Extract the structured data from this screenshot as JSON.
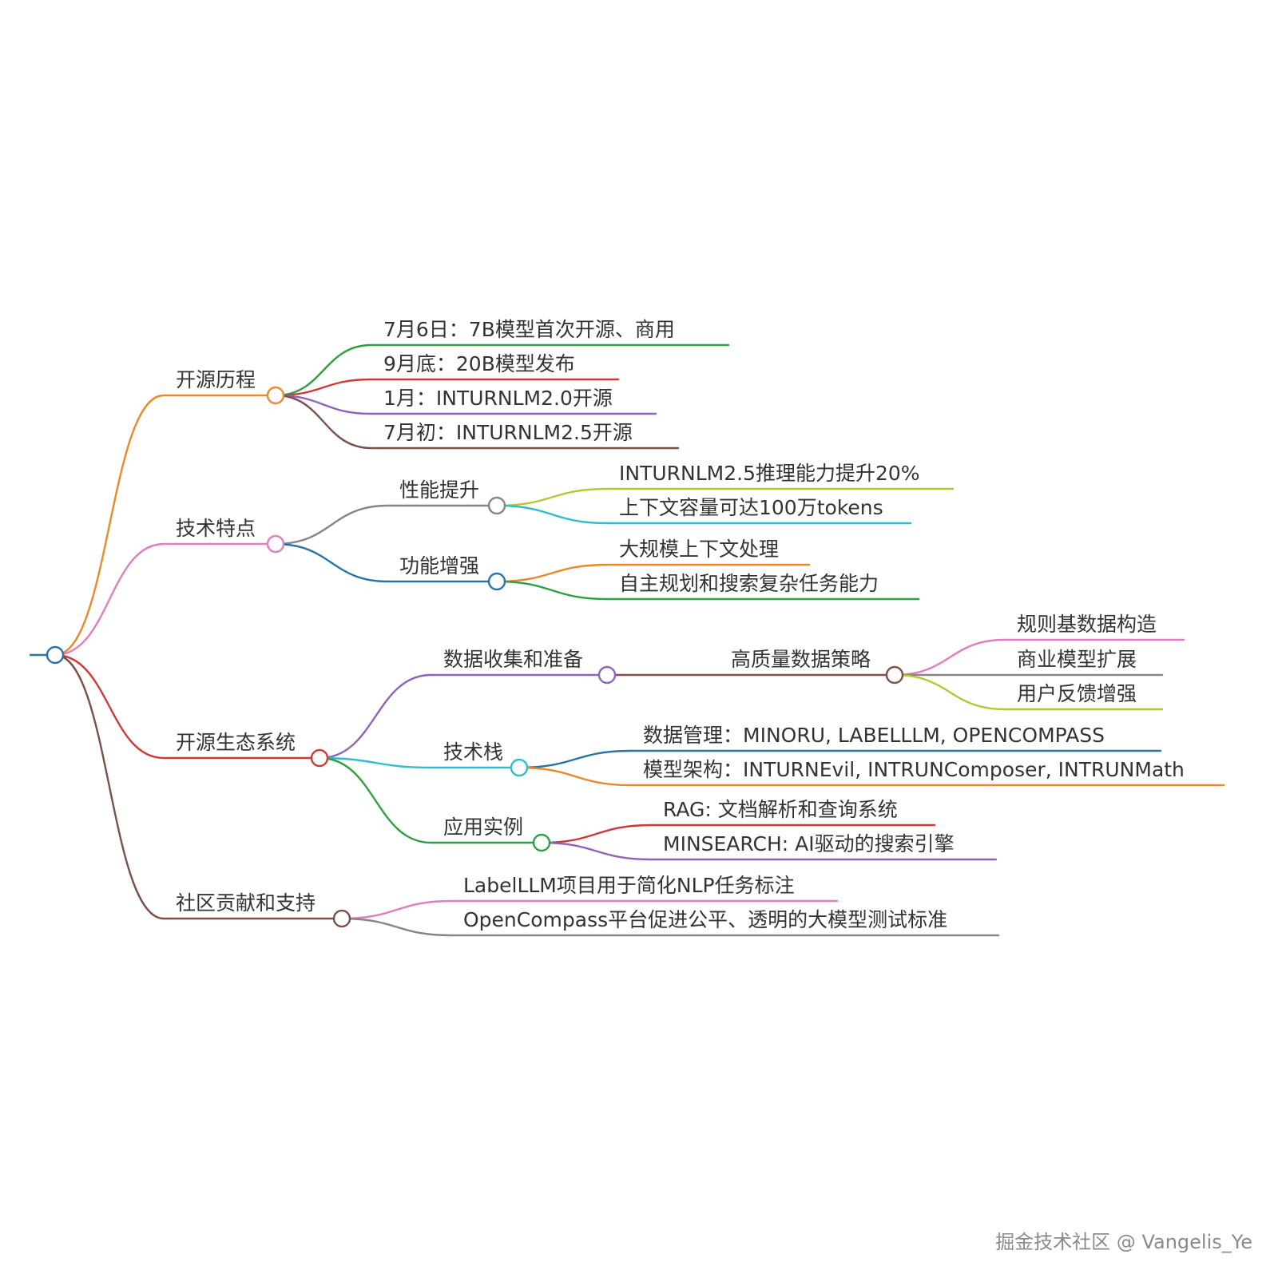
{
  "root": {
    "label": ""
  },
  "branches": [
    {
      "id": "b1",
      "label": "开源历程",
      "color": "#e8892b",
      "children": [
        {
          "id": "b1-1",
          "label": "7月6日：7B模型首次开源、商用",
          "color": "#2ea043"
        },
        {
          "id": "b1-2",
          "label": "9月底：20B模型发布",
          "color": "#d03838"
        },
        {
          "id": "b1-3",
          "label": "1月：INTURNLM2.0开源",
          "color": "#8e63b8"
        },
        {
          "id": "b1-4",
          "label": "7月初：INTURNLM2.5开源",
          "color": "#7a5048"
        }
      ]
    },
    {
      "id": "b2",
      "label": "技术特点",
      "color": "#e07cc0",
      "children": [
        {
          "id": "b2-1",
          "label": "性能提升",
          "color": "#858585",
          "children": [
            {
              "id": "b2-1-1",
              "label": "INTURNLM2.5推理能力提升20%",
              "color": "#b8c630"
            },
            {
              "id": "b2-1-2",
              "label": "上下文容量可达100万tokens",
              "color": "#2dbdcc"
            }
          ]
        },
        {
          "id": "b2-2",
          "label": "功能增强",
          "color": "#2a73a8",
          "children": [
            {
              "id": "b2-2-1",
              "label": "大规模上下文处理",
              "color": "#e8892b"
            },
            {
              "id": "b2-2-2",
              "label": "自主规划和搜索复杂任务能力",
              "color": "#2ea043"
            }
          ]
        }
      ]
    },
    {
      "id": "b3",
      "label": "开源生态系统",
      "color": "#d03838",
      "children": [
        {
          "id": "b3-1",
          "label": "数据收集和准备",
          "color": "#8e63b8",
          "children": [
            {
              "id": "b3-1-1",
              "label": "高质量数据策略",
              "color": "#7a5048",
              "children": [
                {
                  "id": "b3-1-1-1",
                  "label": "规则基数据构造",
                  "color": "#e07cc0"
                },
                {
                  "id": "b3-1-1-2",
                  "label": "商业模型扩展",
                  "color": "#858585"
                },
                {
                  "id": "b3-1-1-3",
                  "label": "用户反馈增强",
                  "color": "#b8c630"
                }
              ]
            }
          ]
        },
        {
          "id": "b3-2",
          "label": "技术栈",
          "color": "#2dbdcc",
          "children": [
            {
              "id": "b3-2-1",
              "label": "数据管理：MINORU, LABELLLM, OPENCOMPASS",
              "color": "#2a73a8"
            },
            {
              "id": "b3-2-2",
              "label": "模型架构：INTURNEvil, INTRUNComposer, INTRUNMath",
              "color": "#e8892b"
            }
          ]
        },
        {
          "id": "b3-3",
          "label": "应用实例",
          "color": "#2ea043",
          "children": [
            {
              "id": "b3-3-1",
              "label": "RAG: 文档解析和查询系统",
              "color": "#d03838"
            },
            {
              "id": "b3-3-2",
              "label": "MINSEARCH: AI驱动的搜索引擎",
              "color": "#8e63b8"
            }
          ]
        }
      ]
    },
    {
      "id": "b4",
      "label": "社区贡献和支持",
      "color": "#7a5048",
      "children": [
        {
          "id": "b4-1",
          "label": "LabelLLM项目用于简化NLP任务标注",
          "color": "#e07cc0"
        },
        {
          "id": "b4-2",
          "label": "OpenCompass平台促进公平、透明的大模型测试标准",
          "color": "#858585"
        }
      ]
    }
  ],
  "watermark": "掘金技术社区 @ Vangelis_Ye",
  "colors": {
    "root": "#2a73a8",
    "text": "#333333"
  }
}
